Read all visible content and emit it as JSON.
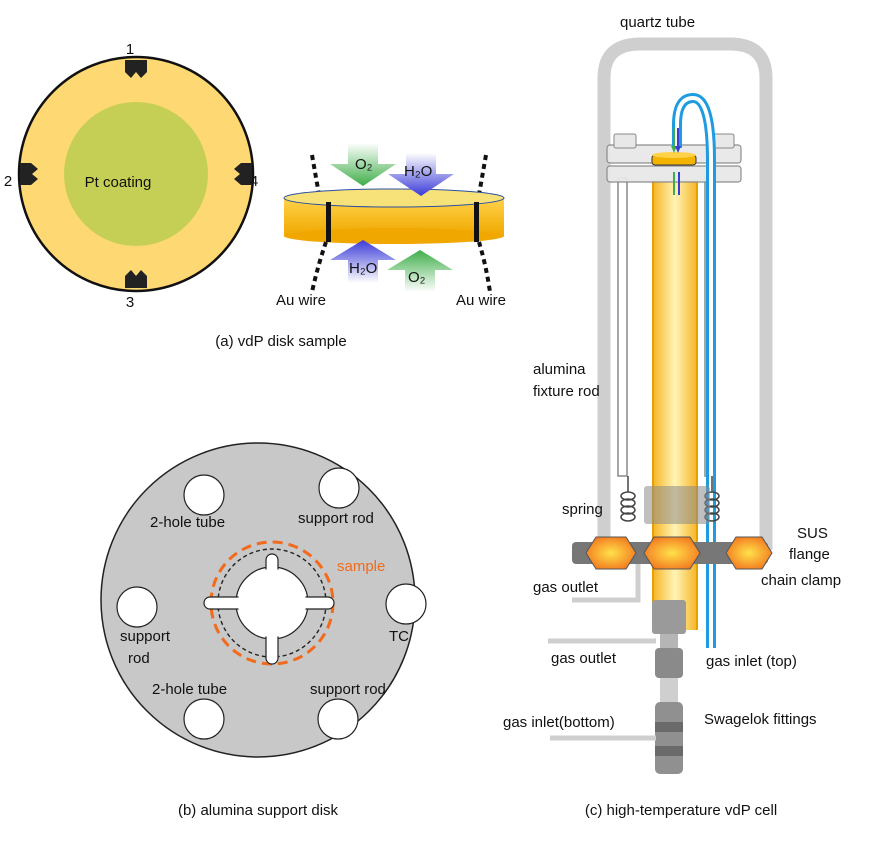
{
  "panel_a": {
    "electrode_numbers": [
      "1",
      "2",
      "3",
      "4"
    ],
    "coating_label": "Pt coating",
    "o2_top": "O₂",
    "h2o_top": "H₂O",
    "h2o_bottom": "H₂O",
    "o2_bottom": "O₂",
    "wire_left": "Au wire",
    "wire_right": "Au wire",
    "caption": "(a) vdP disk sample"
  },
  "panel_b": {
    "hole_top_left": "2-hole tube",
    "hole_top_right": "support rod",
    "hole_left_line1": "support",
    "hole_left_line2": "rod",
    "hole_right": "TC",
    "hole_bottom_left": "2-hole tube",
    "hole_bottom_right": "support rod",
    "sample_label": "sample",
    "caption": "(b) alumina support disk"
  },
  "panel_c": {
    "quartz_tube": "quartz tube",
    "fixture_line1": "alumina",
    "fixture_line2": "fixture rod",
    "spring": "spring",
    "flange_line1": "SUS",
    "flange_line2": "flange",
    "chain_clamp": "chain clamp",
    "gas_outlet_upper": "gas outlet",
    "gas_outlet_lower": "gas outlet",
    "gas_inlet_top": "gas inlet (top)",
    "gas_inlet_bottom": "gas inlet(bottom)",
    "swagelok": "Swagelok fittings",
    "caption": "(c) high-temperature vdP cell"
  },
  "colors": {
    "disk_yellow": "#fdd873",
    "pt_green": "#c6cf55",
    "plate_gray": "#c8c8c8",
    "sample_orange": "#f26a1b",
    "o2_green": "#3fae49",
    "h2o_blue": "#3b3bd8",
    "inlet_blue": "#1f9be0"
  }
}
